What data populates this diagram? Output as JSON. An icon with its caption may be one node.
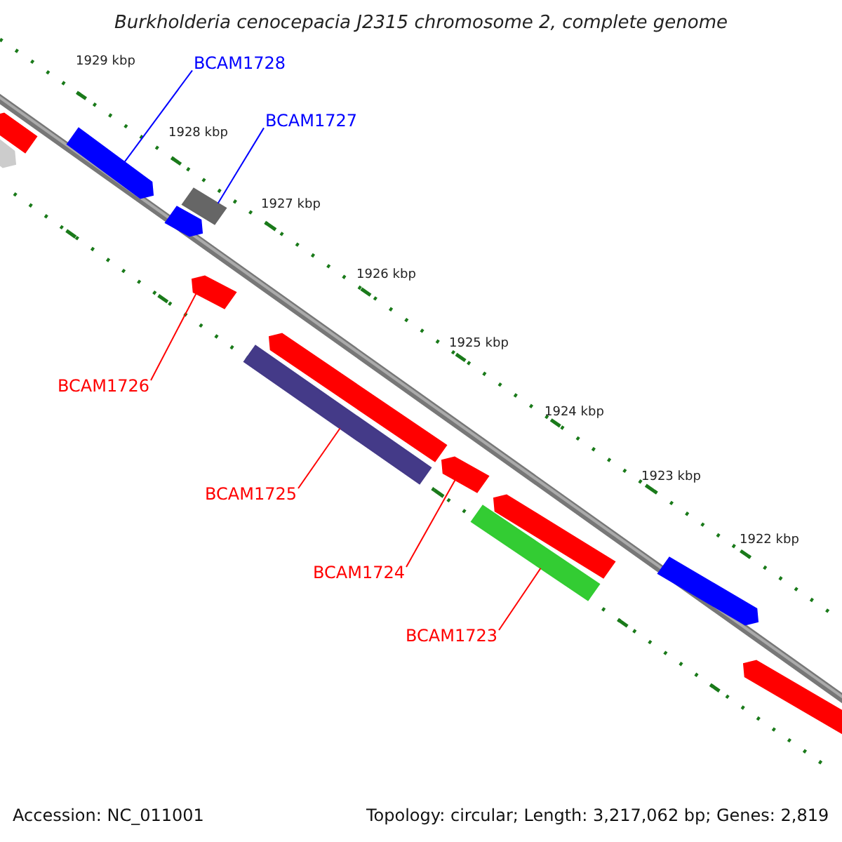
{
  "diagram": {
    "title": "Burkholderia cenocepacia J2315 chromosome 2, complete genome",
    "nodes": [
      {
        "text": [
          "BCAM1728"
        ]
      },
      {
        "text": [
          "BCAM1727"
        ]
      },
      {
        "text": [
          "BCAM1726"
        ]
      },
      {
        "text": [
          "BCAM1725"
        ]
      },
      {
        "text": [
          "BCAM1724"
        ]
      },
      {
        "text": [
          "BCAM1723"
        ]
      },
      {
        "text": [],
        "shape": "bar"
      },
      {
        "text": [],
        "shape": "bar"
      },
      {
        "text": [],
        "shape": "bar"
      },
      {
        "text": [],
        "shape": "bar"
      },
      {
        "text": [],
        "shape": "bar"
      },
      {
        "text": [],
        "shape": "bar"
      },
      {
        "text": [],
        "shape": "bar"
      },
      {
        "text": [],
        "shape": "bar"
      },
      {
        "text": [],
        "shape": "bar"
      },
      {
        "text": [],
        "shape": "bar"
      },
      {
        "text": [],
        "shape": "bar"
      },
      {
        "text": [],
        "shape": "bar"
      },
      {
        "text": [],
        "shape": "bar"
      }
    ],
    "edges": [
      {
        "from": 0,
        "to": 8,
        "arrow": "none",
        "color": "#0000ff"
      },
      {
        "from": 1,
        "to": 10,
        "arrow": "none",
        "color": "#0000ff"
      },
      {
        "from": 2,
        "to": 11,
        "arrow": "none"
      },
      {
        "from": 3,
        "to": 12,
        "arrow": "none"
      },
      {
        "from": 4,
        "to": 14,
        "arrow": "none"
      },
      {
        "from": 5,
        "to": 15,
        "arrow": "none"
      }
    ],
    "labels": [
      "1929 kbp",
      "1928 kbp",
      "1927 kbp",
      "1926 kbp",
      "1925 kbp",
      "1924 kbp",
      "1923 kbp",
      "1922 kbp",
      "Accession: NC_011001",
      "Topology: circular; Length: 3,217,062 bp; Genes: 2,819"
    ]
  }
}
